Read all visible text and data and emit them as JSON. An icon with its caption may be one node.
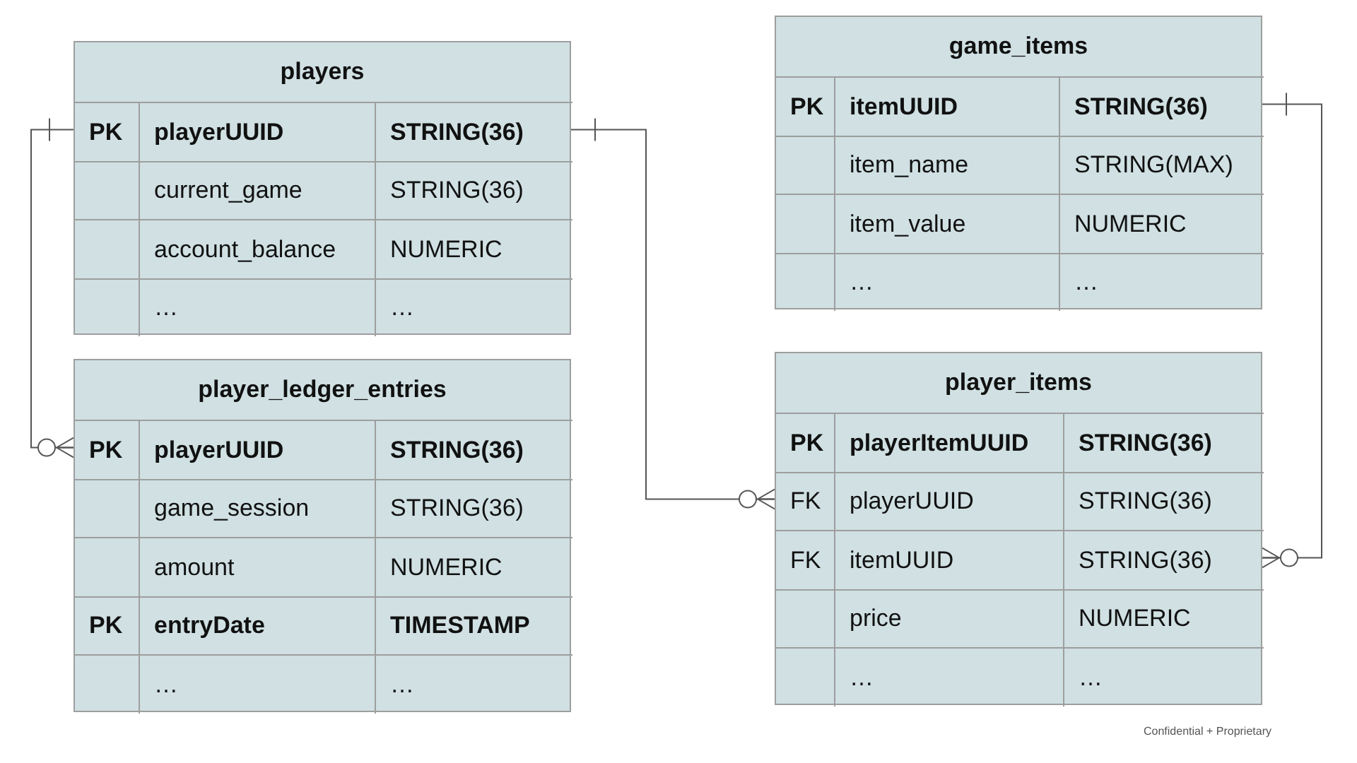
{
  "diagram": {
    "nodes": [
      {
        "text": [
          "players"
        ]
      },
      {
        "text": [
          "PK",
          "playerUUID",
          "STRING(36)"
        ],
        "in": 0
      },
      {
        "text": [
          "current_game",
          "STRING(36)"
        ],
        "in": 0
      },
      {
        "text": [
          "account_balance",
          "NUMERIC"
        ],
        "in": 0
      },
      {
        "text": [
          "…",
          "…"
        ],
        "in": 0
      },
      {
        "text": [
          "player_ledger_entries"
        ]
      },
      {
        "text": [
          "PK",
          "playerUUID",
          "STRING(36)"
        ],
        "in": 5
      },
      {
        "text": [
          "game_session",
          "STRING(36)"
        ],
        "in": 5
      },
      {
        "text": [
          "amount",
          "NUMERIC"
        ],
        "in": 5
      },
      {
        "text": [
          "PK",
          "entryDate",
          "TIMESTAMP"
        ],
        "in": 5
      },
      {
        "text": [
          "…",
          "…"
        ],
        "in": 5
      },
      {
        "text": [
          "game_items"
        ]
      },
      {
        "text": [
          "PK",
          "itemUUID",
          "STRING(36)"
        ],
        "in": 11
      },
      {
        "text": [
          "item_name",
          "STRING(MAX)"
        ],
        "in": 11
      },
      {
        "text": [
          "item_value",
          "NUMERIC"
        ],
        "in": 11
      },
      {
        "text": [
          "…",
          "…"
        ],
        "in": 11
      },
      {
        "text": [
          "player_items"
        ]
      },
      {
        "text": [
          "PK",
          "playerItemUUID",
          "STRING(36)"
        ],
        "in": 16
      },
      {
        "text": [
          "FK",
          "playerUUID",
          "STRING(36)"
        ],
        "in": 16
      },
      {
        "text": [
          "FK",
          "itemUUID",
          "STRING(36)"
        ],
        "in": 16
      },
      {
        "text": [
          "price",
          "NUMERIC"
        ],
        "in": 16
      },
      {
        "text": [
          "…",
          "…"
        ],
        "in": 16
      }
    ],
    "edges": [
      {
        "from": 1,
        "to": 6,
        "arrow": "other"
      },
      {
        "from": 1,
        "to": 18,
        "arrow": "other"
      },
      {
        "from": 12,
        "to": 19,
        "arrow": "other"
      }
    ],
    "labels": [
      "Confidential + Proprietary"
    ]
  }
}
